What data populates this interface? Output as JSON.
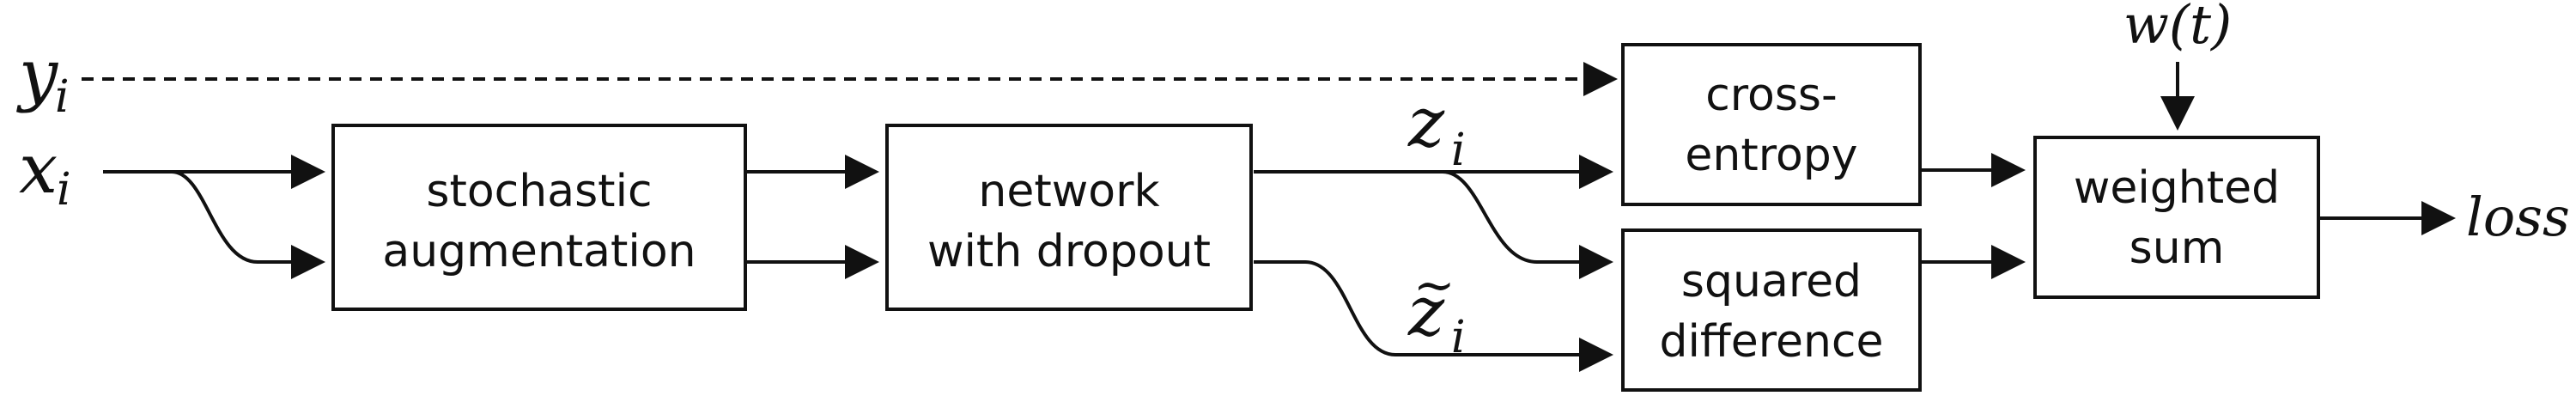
{
  "inputs": {
    "y_base": "y",
    "y_sub": "i",
    "x_base": "x",
    "x_sub": "i"
  },
  "blocks": {
    "augmentation": {
      "line1": "stochastic",
      "line2": "augmentation"
    },
    "network": {
      "line1": "network",
      "line2": "with dropout"
    },
    "cross_entropy": {
      "line1": "cross-",
      "line2": "entropy"
    },
    "squared_difference": {
      "line1": "squared",
      "line2": "difference"
    },
    "weighted_sum": {
      "line1": "weighted",
      "line2": "sum"
    }
  },
  "signals": {
    "z_base": "z",
    "z_sub": "i",
    "z_tilde_base": "z",
    "z_tilde_sub": "i",
    "z_tilde_mark": "~"
  },
  "weight": "w(t)",
  "output": "loss"
}
